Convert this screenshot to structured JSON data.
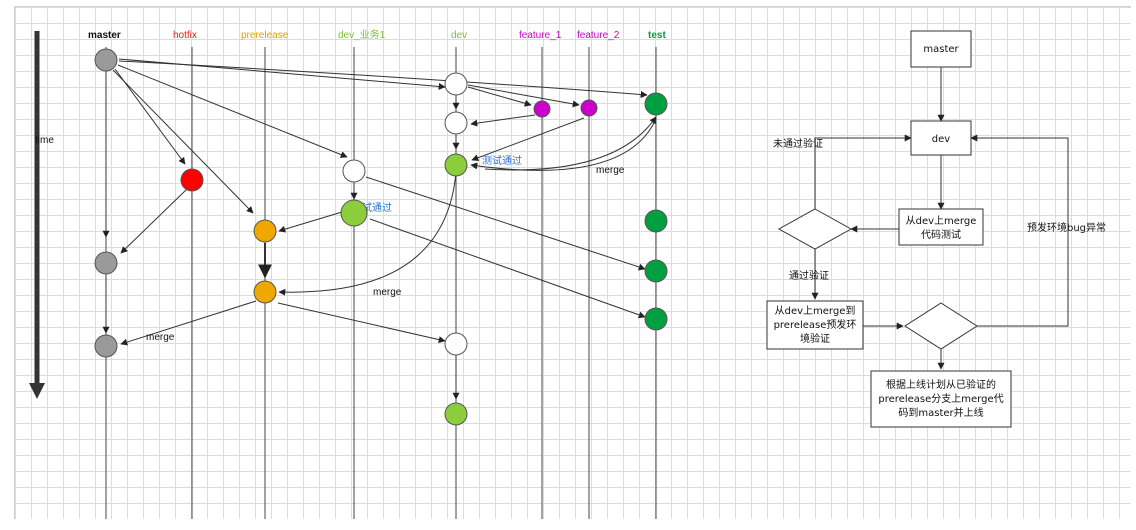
{
  "colors": {
    "master": "#9a9a9a",
    "hotfix": "#ff0000",
    "prerelease": "#f0a800",
    "dev_biz": "#8ccd3c",
    "dev": "#8ccd3c",
    "feature": "#cc00cc",
    "test": "#00a040",
    "accent_blue": "#2b74c9"
  },
  "time_label": "time",
  "branches": {
    "master": "master",
    "hotfix": "hotfix",
    "prerelease": "prerelease",
    "dev_biz": "dev_业务1",
    "dev": "dev",
    "feature_1": "feature_1",
    "feature_2": "feature_2",
    "test": "test"
  },
  "annotations": {
    "test_pass_dev": "测试通过",
    "test_pass_biz": "测试通过",
    "merge_dev_test": "merge",
    "merge_to_prerelease": "merge",
    "merge_to_master": "merge"
  },
  "flow": {
    "master_box": "master",
    "dev_box": "dev",
    "test_box_line1": "从dev上merge",
    "test_box_line2": "代码测试",
    "pre_box_line1": "从dev上merge到",
    "pre_box_line2": "prerelease预发环",
    "pre_box_line3": "境验证",
    "release_box_line1": "根据上线计划从已验证的",
    "release_box_line2": "prerelease分支上merge代",
    "release_box_line3": "码到master并上线",
    "fail_label": "未通过验证",
    "pass_label": "通过验证",
    "bug_label": "预发环境bug异常"
  }
}
